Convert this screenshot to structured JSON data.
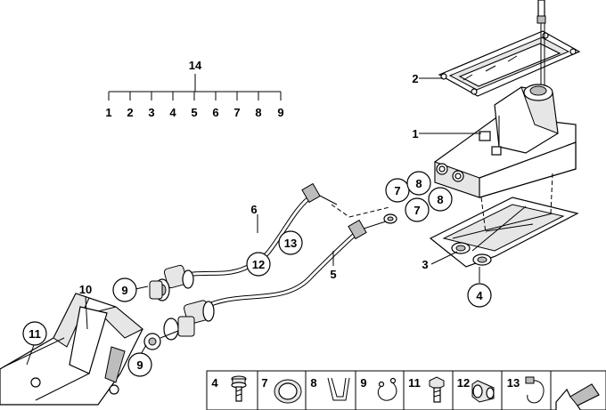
{
  "kit": {
    "number": "14",
    "items": [
      "1",
      "2",
      "3",
      "4",
      "5",
      "6",
      "7",
      "8",
      "9"
    ]
  },
  "callouts": {
    "c1": "1",
    "c2": "2",
    "c3": "3",
    "c4": "4",
    "c5": "5",
    "c6": "6",
    "c7a": "7",
    "c7b": "7",
    "c8a": "8",
    "c8b": "8",
    "c9a": "9",
    "c9b": "9",
    "c10": "10",
    "c11": "11",
    "c12": "12",
    "c13": "13"
  },
  "legend": [
    "4",
    "7",
    "8",
    "9",
    "11",
    "12",
    "13"
  ]
}
